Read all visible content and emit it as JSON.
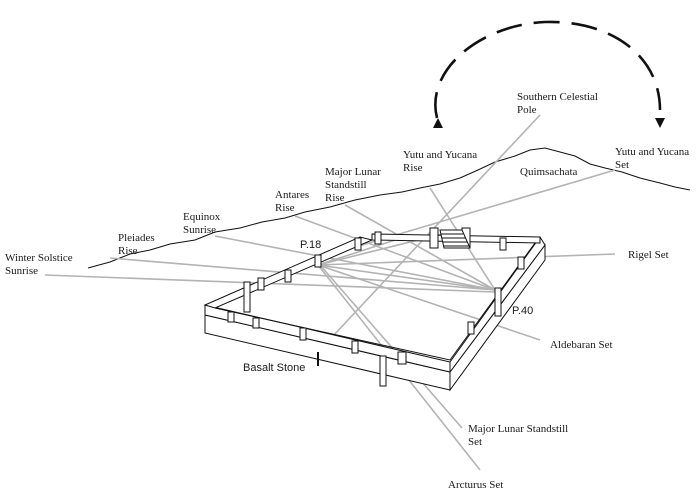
{
  "colors": {
    "ray": "#b3b3b3",
    "ink": "#111111",
    "background": "#ffffff"
  },
  "labels": {
    "winter_solstice": [
      "Winter Solstice",
      "Sunrise"
    ],
    "pleiades": [
      "Pleiades",
      "Rise"
    ],
    "equinox": [
      "Equinox",
      "Sunrise"
    ],
    "antares": [
      "Antares",
      "Rise"
    ],
    "major_lunar_rise": [
      "Major Lunar",
      "Standstill",
      "Rise"
    ],
    "yutu_rise": [
      "Yutu and Yucana",
      "Rise"
    ],
    "southern_pole": [
      "Southern Celestial",
      "Pole"
    ],
    "yutu_set": [
      "Yutu and Yucana",
      "Set"
    ],
    "quimsachata": "Quimsachata",
    "rigel_set": "Rigel Set",
    "aldebaran_set": "Aldebaran Set",
    "major_lunar_set": [
      "Major Lunar Standstill",
      "Set"
    ],
    "arcturus_set": "Arcturus Set",
    "p18": "P.18",
    "p40": "P.40",
    "basalt_stone": "Basalt Stone"
  },
  "icons": {
    "orbit_arrow_up": "arrow-up-icon",
    "orbit_arrow_down": "arrow-down-icon"
  }
}
